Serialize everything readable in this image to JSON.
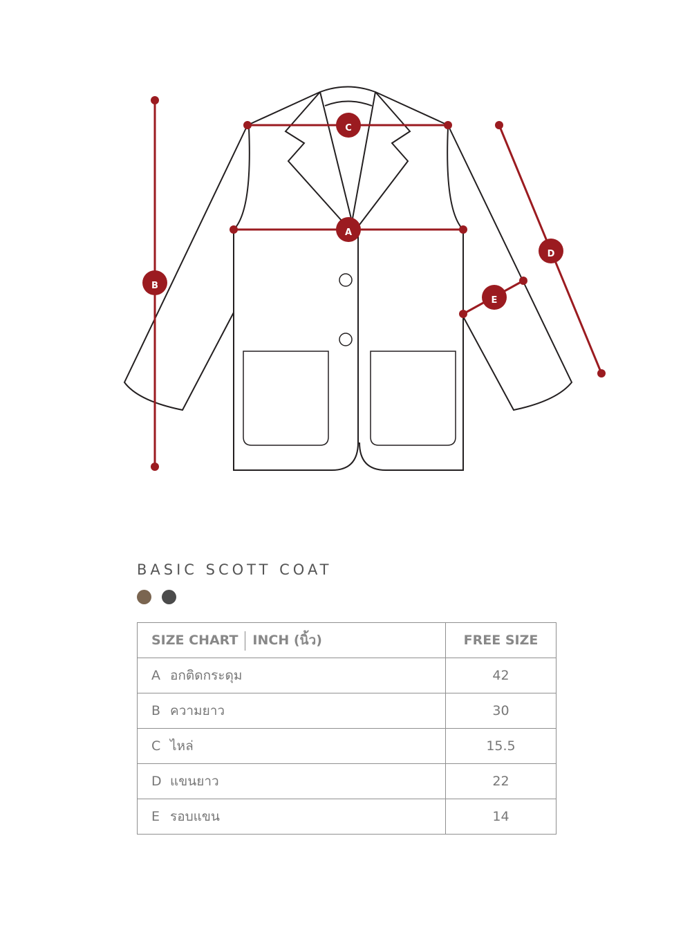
{
  "diagram": {
    "markers": [
      "A",
      "B",
      "C",
      "D",
      "E"
    ],
    "line_color": "#9b1b20",
    "outline_color": "#231f20"
  },
  "product": {
    "title": "BASIC SCOTT COAT",
    "colors": [
      "#7a6550",
      "#4b4b4b"
    ]
  },
  "table": {
    "header": {
      "left": "SIZE CHART",
      "unit": "INCH (นิ้ว)",
      "size": "FREE SIZE"
    },
    "rows": [
      {
        "key": "A",
        "label": "อกติดกระดุม",
        "value": "42"
      },
      {
        "key": "B",
        "label": "ความยาว",
        "value": "30"
      },
      {
        "key": "C",
        "label": "ไหล่",
        "value": "15.5"
      },
      {
        "key": "D",
        "label": "แขนยาว",
        "value": "22"
      },
      {
        "key": "E",
        "label": "รอบแขน",
        "value": "14"
      }
    ]
  }
}
